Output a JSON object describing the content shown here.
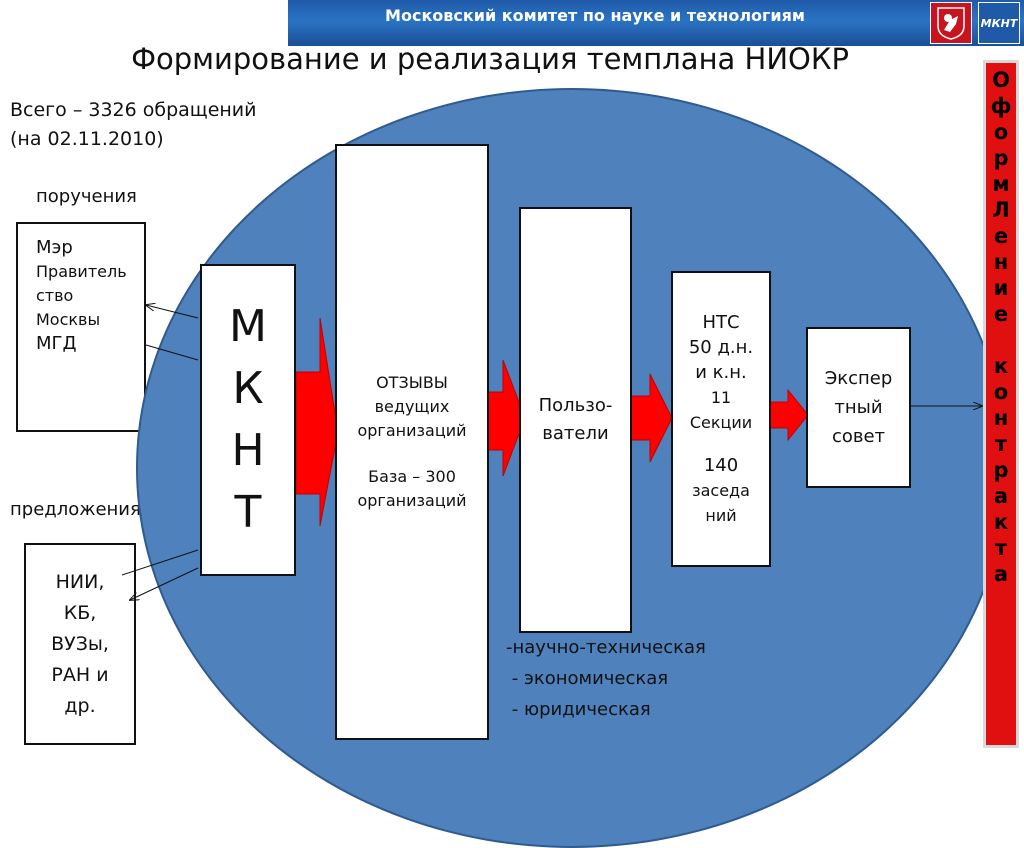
{
  "header": {
    "organization": "Московский комитет по науке и технологиям",
    "logo_text": "МКНТ",
    "colors": {
      "bar": "#2b73c4",
      "text": "#ffffff"
    },
    "icons": [
      "moscow-coat-of-arms-icon",
      "mknt-logo-icon"
    ]
  },
  "title": "Формирование и реализация темплана НИОКР",
  "stats": {
    "line1": "Всего – 3326 обращений",
    "line2": "(на 02.11.2010)"
  },
  "labels": {
    "orders": "поручения",
    "proposals": "предложения"
  },
  "sources": {
    "mayor": [
      "Мэр",
      "Правитель",
      "ство",
      "Москвы",
      "МГД"
    ],
    "institutes": [
      "НИИ,",
      "КБ,",
      "ВУЗы,",
      "РАН и",
      "др."
    ]
  },
  "nodes": {
    "mknt": [
      "М",
      "К",
      "Н",
      "Т"
    ],
    "reviews": {
      "line1": "ОТЗЫВЫ",
      "line2": "ведущих",
      "line3": "организаций",
      "line4": "База – 300",
      "line5": "организаций"
    },
    "users": [
      "Пользо-",
      "ватели"
    ],
    "nts": {
      "line1": "НТС",
      "line2": "50 д.н.",
      "line3": "и к.н.",
      "line4": "11",
      "line5": "Секции",
      "line6": "140",
      "line7": "заседа",
      "line8": "ний"
    },
    "expert": [
      "Экспер",
      "тный",
      "совет"
    ]
  },
  "expertise_types": [
    "-научно-техническая",
    " - экономическая",
    " - юридическая"
  ],
  "sidebar": {
    "word1": [
      "О",
      "ф",
      "о",
      "р",
      "м",
      "Л",
      "е",
      "н",
      "и",
      "е"
    ],
    "word2": [
      "к",
      "о",
      "н",
      "т",
      "р",
      "а",
      "к",
      "т",
      "а"
    ]
  },
  "colors": {
    "ellipse": "#4f81bd",
    "arrow": "#ff0000",
    "sidebar": "#e01010"
  }
}
